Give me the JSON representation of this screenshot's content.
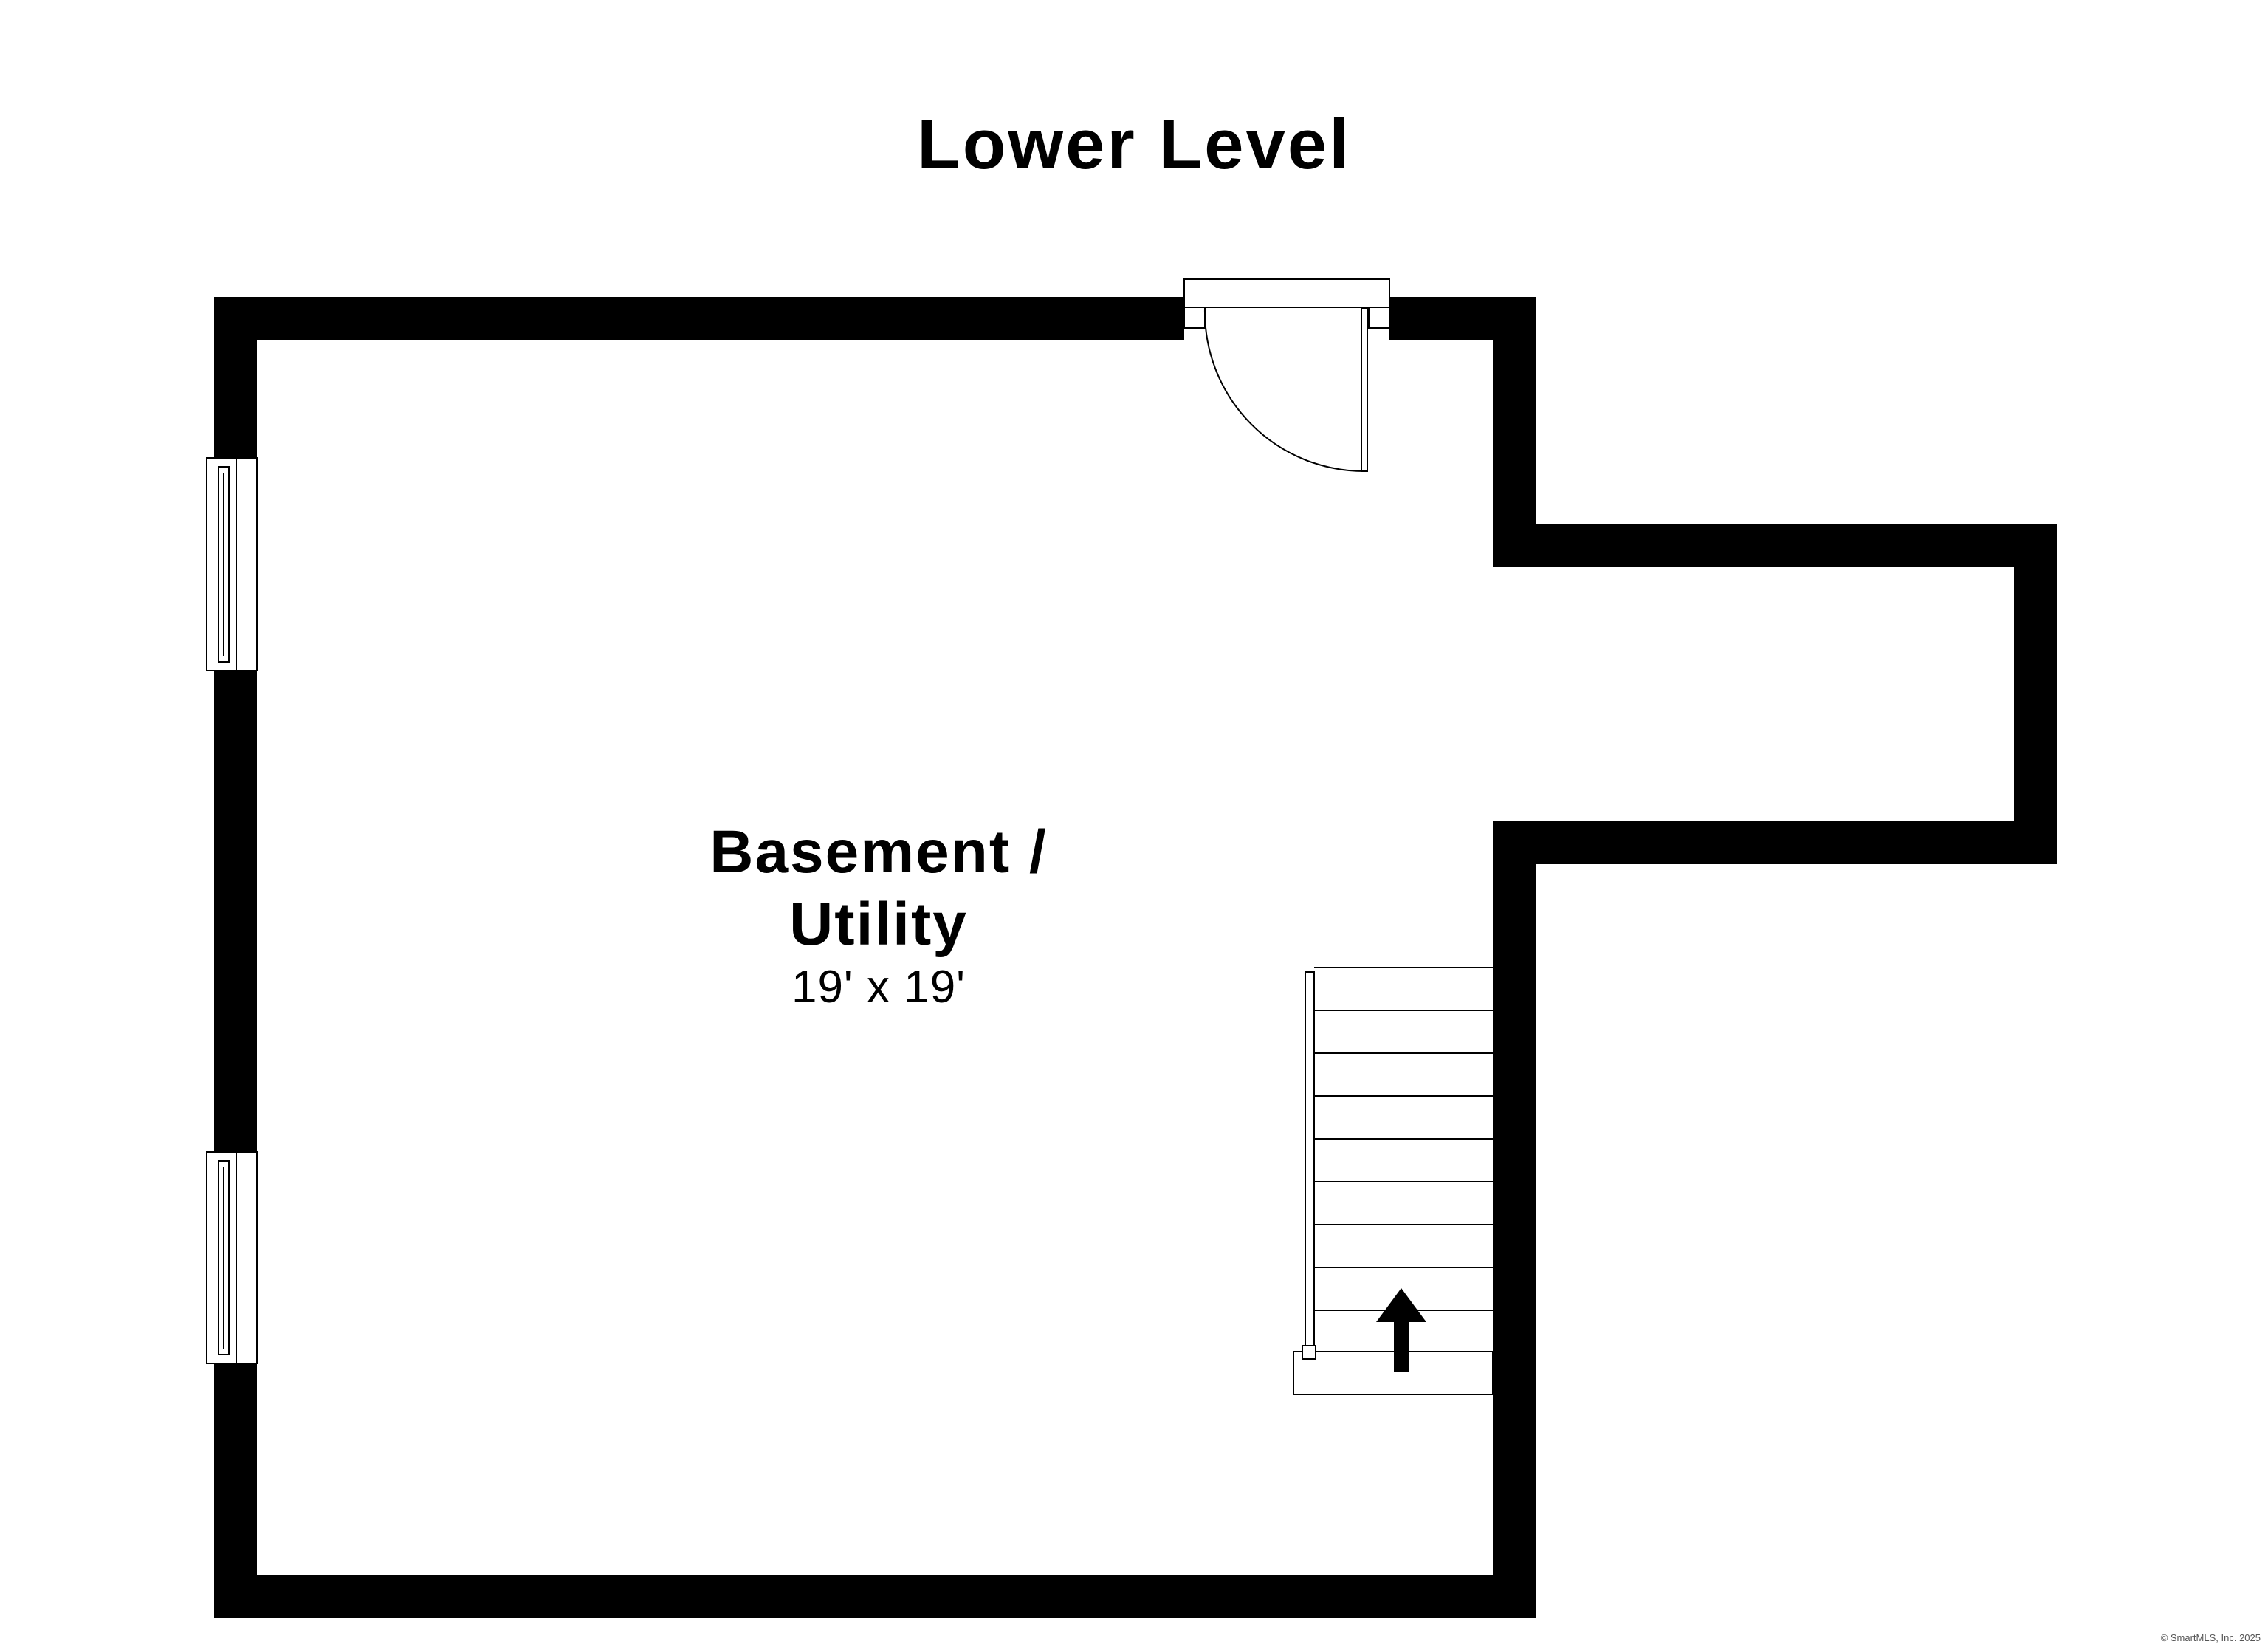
{
  "level_title": "Lower Level",
  "room": {
    "name_line1": "Basement /",
    "name_line2": "Utility",
    "dimensions": "19' x 19'"
  },
  "stairs_direction": "up",
  "colors": {
    "wall": "#000000",
    "background": "#ffffff",
    "fixture_stroke": "#000000"
  },
  "icons": [
    "door-swing-icon",
    "window-icon",
    "stairs-icon",
    "up-arrow-icon"
  ],
  "copyright": "© SmartMLS, Inc. 2025"
}
